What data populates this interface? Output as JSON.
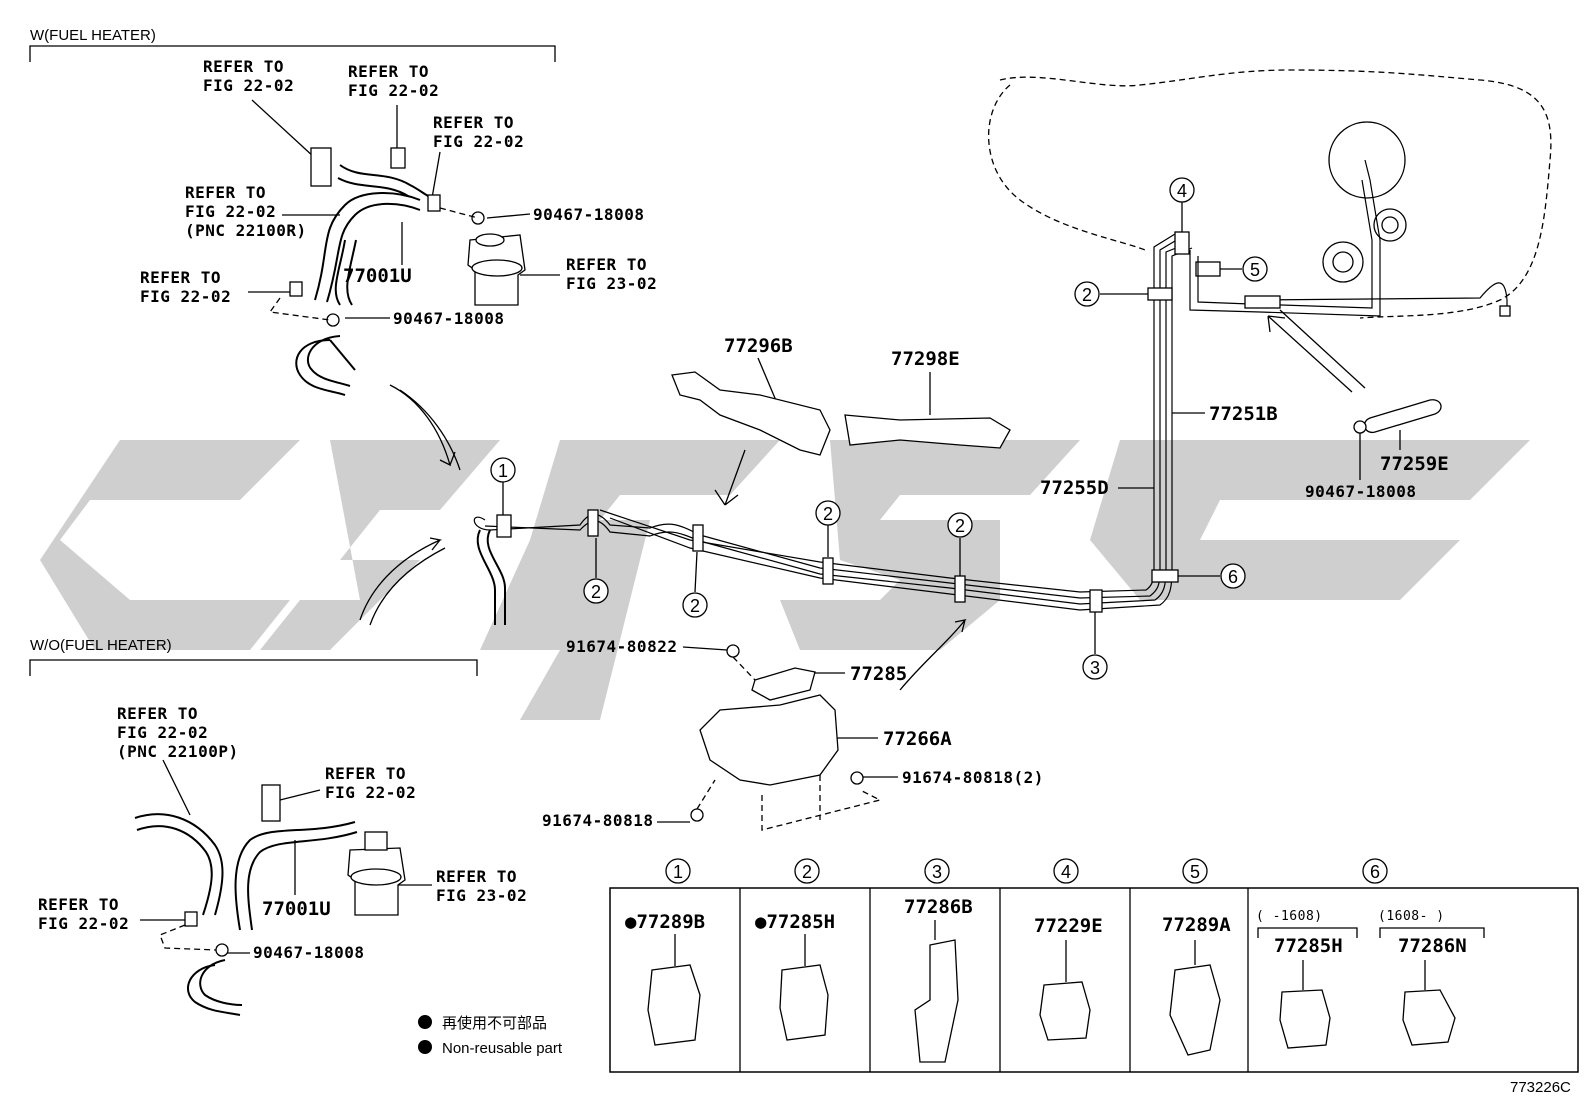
{
  "sections": {
    "with_heater": "W(FUEL HEATER)",
    "without_heater": "W/O(FUEL HEATER)"
  },
  "labels": {
    "refer_a1": "REFER TO",
    "refer_a2": "FIG 22-02",
    "refer_b1": "REFER TO",
    "refer_b2": "FIG 22-02",
    "refer_c1": "REFER TO",
    "refer_c2": "FIG 22-02",
    "refer_d1": "REFER TO",
    "refer_d2": "FIG 22-02",
    "refer_d3": "(PNC 22100R)",
    "refer_e1": "REFER TO",
    "refer_e2": "FIG 22-02",
    "refer_f1": "REFER TO",
    "refer_f2": "FIG 23-02",
    "p_90467_a": "90467-18008",
    "p_90467_b": "90467-18008",
    "p_77001u_a": "77001U",
    "refer_g1": "REFER TO",
    "refer_g2": "FIG 22-02",
    "refer_g3": "(PNC 22100P)",
    "refer_h1": "REFER TO",
    "refer_h2": "FIG 22-02",
    "refer_i1": "REFER TO",
    "refer_i2": "FIG 23-02",
    "refer_j1": "REFER TO",
    "refer_j2": "FIG 22-02",
    "p_77001u_b": "77001U",
    "p_90467_c": "90467-18008",
    "p_77296b": "77296B",
    "p_77298e": "77298E",
    "p_91674_80822": "91674-80822",
    "p_77285": "77285",
    "p_77266a": "77266A",
    "p_91674_80818_2": "91674-80818(2)",
    "p_91674_80818": "91674-80818",
    "p_77251b": "77251B",
    "p_77255d": "77255D",
    "p_77259e": "77259E",
    "p_90467_d": "90467-18008",
    "diagram_code": "773226C"
  },
  "callouts": [
    "1",
    "2",
    "3",
    "4",
    "5",
    "6"
  ],
  "table": {
    "headers": [
      "1",
      "2",
      "3",
      "4",
      "5",
      "6"
    ],
    "parts": [
      "●77289B",
      "●77285H",
      "77286B",
      "77229E",
      "77289A"
    ],
    "col6_range_a": "(     -1608)",
    "col6_range_b": "(1608-     )",
    "col6_part_a": "77285H",
    "col6_part_b": "77286N"
  },
  "legend": {
    "jp": "再使用不可部品",
    "en": "Non-reusable part"
  }
}
